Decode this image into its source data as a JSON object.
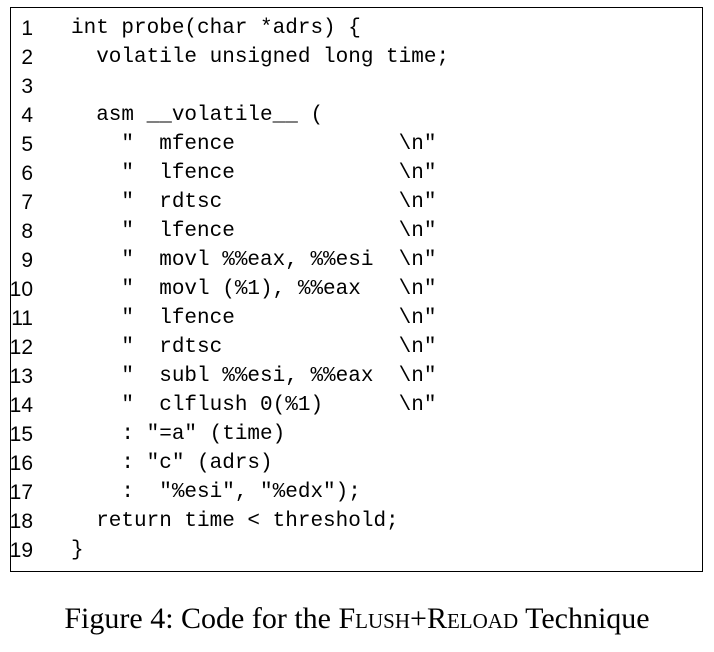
{
  "listing": {
    "lines": [
      {
        "number": "1",
        "code": "int probe(char *adrs) {"
      },
      {
        "number": "2",
        "code": "  volatile unsigned long time;"
      },
      {
        "number": "3",
        "code": ""
      },
      {
        "number": "4",
        "code": "  asm __volatile__ ("
      },
      {
        "number": "5",
        "code": "    \"  mfence             \\n\""
      },
      {
        "number": "6",
        "code": "    \"  lfence             \\n\""
      },
      {
        "number": "7",
        "code": "    \"  rdtsc              \\n\""
      },
      {
        "number": "8",
        "code": "    \"  lfence             \\n\""
      },
      {
        "number": "9",
        "code": "    \"  movl %%eax, %%esi  \\n\""
      },
      {
        "number": "10",
        "code": "    \"  movl (%1), %%eax   \\n\""
      },
      {
        "number": "11",
        "code": "    \"  lfence             \\n\""
      },
      {
        "number": "12",
        "code": "    \"  rdtsc              \\n\""
      },
      {
        "number": "13",
        "code": "    \"  subl %%esi, %%eax  \\n\""
      },
      {
        "number": "14",
        "code": "    \"  clflush 0(%1)      \\n\""
      },
      {
        "number": "15",
        "code": "    : \"=a\" (time)"
      },
      {
        "number": "16",
        "code": "    : \"c\" (adrs)"
      },
      {
        "number": "17",
        "code": "    :  \"%esi\", \"%edx\");"
      },
      {
        "number": "18",
        "code": "  return time < threshold;"
      },
      {
        "number": "19",
        "code": "}"
      }
    ]
  },
  "caption": {
    "prefix": "Figure 4: Code for the ",
    "name_part1": "Flush",
    "plus": "+",
    "name_part2": "Reload",
    "suffix": " Technique"
  }
}
